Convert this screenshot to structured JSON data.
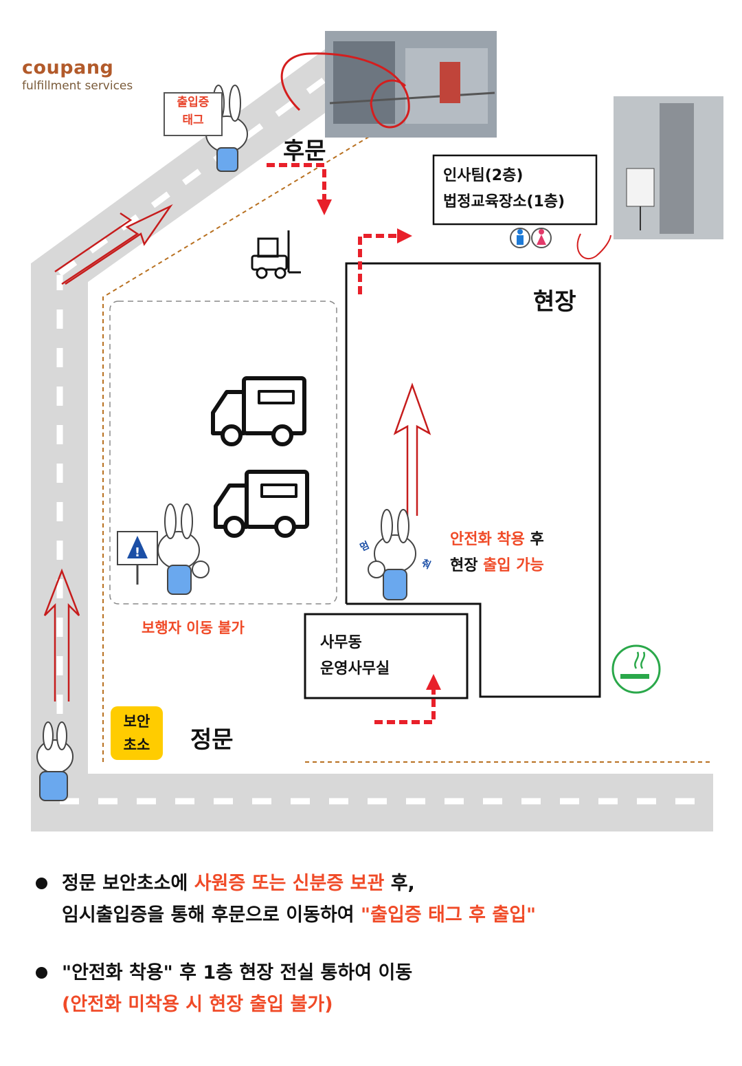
{
  "logo": {
    "brand": "coupang",
    "sub": "fulfillment services"
  },
  "map": {
    "back_gate": "후문",
    "main_gate": "정문",
    "site": "현장",
    "security_booth": [
      "보안",
      "초소"
    ],
    "badge_tag_sign": [
      "출입증",
      "태그"
    ],
    "hr_box": [
      "인사팀(2층)",
      "법정교육장소(1층)"
    ],
    "office_box": [
      "사무동",
      "운영사무실"
    ],
    "no_pedestrian": "보행자 이동 불가",
    "safety_note": {
      "line1_hl": "안전화 착용",
      "line1_rest": " 후",
      "line2_start": "현장 ",
      "line2_hl": "출입 가능"
    },
    "stop_bubbles": [
      "멈",
      "춰"
    ]
  },
  "bullets": [
    {
      "line1": [
        {
          "text": "정문 보안초소에 ",
          "hl": false
        },
        {
          "text": "사원증 또는 신분증 보관",
          "hl": true
        },
        {
          "text": " 후,",
          "hl": false
        }
      ],
      "line2": [
        {
          "text": "임시출입증을 통해 후문으로 이동하여 ",
          "hl": false
        },
        {
          "text": "\"출입증 태그 후 출입\"",
          "hl": true
        }
      ]
    },
    {
      "line1": [
        {
          "text": "\"안전화 착용\" 후 1층 현장 전실 통하여 이동",
          "hl": false
        }
      ],
      "line2": [
        {
          "text": "(안전화 미착용 시 현장 출입 불가)",
          "hl": true
        }
      ]
    }
  ],
  "colors": {
    "accent": "#f04a27",
    "road": "#d6d6d6",
    "arrow": "#c61c1c",
    "dash": "#e8202a",
    "guard": "#ffcc00",
    "smoke": "#2aa84a"
  },
  "icons": [
    "forklift-icon",
    "truck-icon",
    "warning-sign-icon",
    "restroom-icon",
    "smoking-area-icon",
    "rabbit-mascot-icon"
  ]
}
